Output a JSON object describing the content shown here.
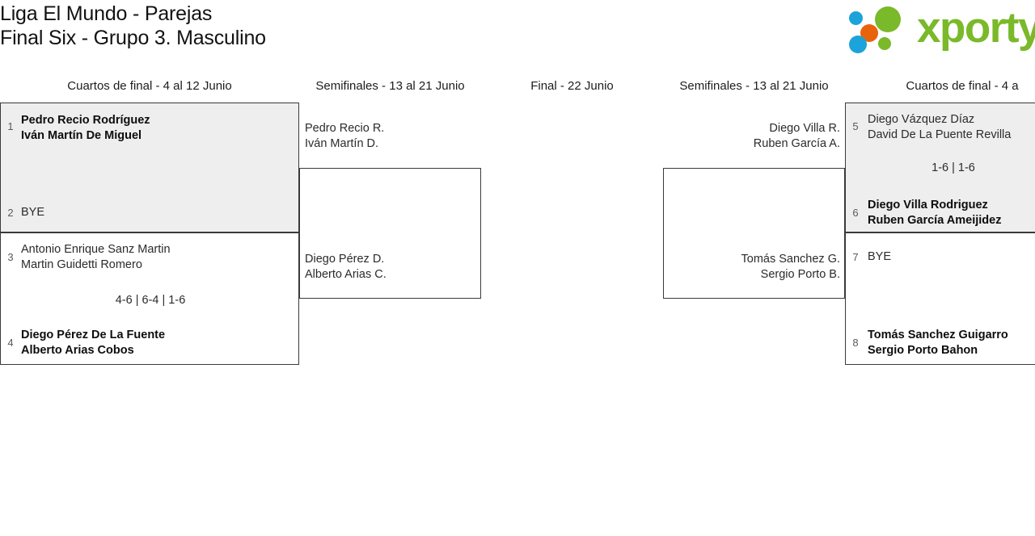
{
  "header": {
    "title": "Liga El Mundo - Parejas\nFinal Six - Grupo 3. Masculino",
    "logo": {
      "wordmark": "xporty",
      "colors": {
        "green": "#7ab929",
        "orange": "#e8640c",
        "blue": "#1ba3da"
      }
    }
  },
  "rounds": [
    {
      "label": "Cuartos de final - 4 al 12 Junio"
    },
    {
      "label": "Semifinales - 13 al 21 Junio"
    },
    {
      "label": "Final - 22 Junio"
    },
    {
      "label": "Semifinales - 13 al 21 Junio"
    },
    {
      "label": "Cuartos de final - 4 a"
    }
  ],
  "bracket": {
    "left_quarterfinals": [
      {
        "shaded": true,
        "top": {
          "seed": "1",
          "names": "Pedro Recio Rodríguez\nIván Martín De Miguel",
          "winner": true
        },
        "bottom": {
          "seed": "2",
          "names": "BYE",
          "winner": false
        },
        "score": ""
      },
      {
        "shaded": false,
        "top": {
          "seed": "3",
          "names": "Antonio Enrique Sanz Martin\nMartin Guidetti Romero",
          "winner": false
        },
        "bottom": {
          "seed": "4",
          "names": "Diego Pérez De La Fuente\nAlberto Arias Cobos",
          "winner": true
        },
        "score": "4-6 | 6-4 | 1-6"
      }
    ],
    "left_semifinal": {
      "top": {
        "names": "Pedro Recio R.\nIván Martín D."
      },
      "bottom": {
        "names": "Diego Pérez D.\nAlberto Arias C."
      }
    },
    "right_semifinal": {
      "top": {
        "names": "Diego Villa R.\nRuben García A."
      },
      "bottom": {
        "names": "Tomás Sanchez G.\nSergio Porto B."
      }
    },
    "right_quarterfinals": [
      {
        "shaded": true,
        "top": {
          "seed": "5",
          "names": "Diego Vázquez Díaz\nDavid De La Puente Revilla",
          "winner": false
        },
        "bottom": {
          "seed": "6",
          "names": "Diego Villa Rodriguez\nRuben García Ameijidez",
          "winner": true
        },
        "score": "1-6 | 1-6"
      },
      {
        "shaded": false,
        "top": {
          "seed": "7",
          "names": "BYE",
          "winner": false
        },
        "bottom": {
          "seed": "8",
          "names": "Tomás Sanchez Guigarro\nSergio Porto Bahon",
          "winner": true
        },
        "score": ""
      }
    ]
  }
}
